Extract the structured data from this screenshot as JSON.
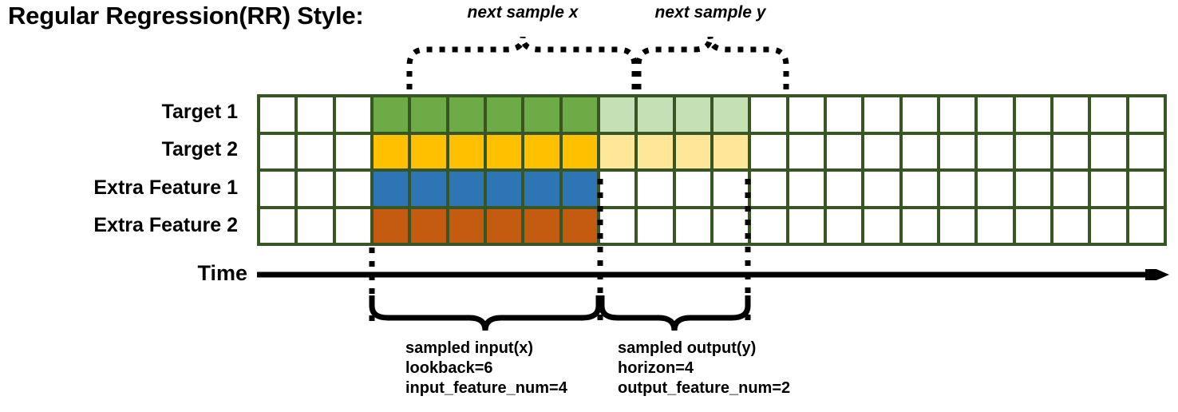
{
  "title": "Regular Regression(RR) Style:",
  "annotations": {
    "top_left": "next sample x",
    "top_right": "next sample y"
  },
  "rows": [
    {
      "label": "Target 1",
      "name": "target-1"
    },
    {
      "label": "Target 2",
      "name": "target-2"
    },
    {
      "label": "Extra Feature 1",
      "name": "extra-feature-1"
    },
    {
      "label": "Extra Feature 2",
      "name": "extra-feature-2"
    }
  ],
  "time_axis": {
    "label": "Time"
  },
  "descriptions": {
    "input": {
      "line1": "sampled input(x)",
      "line2": "lookback=6",
      "line3": "input_feature_num=4"
    },
    "output": {
      "line1": "sampled output(y)",
      "line2": "horizon=4",
      "line3": "output_feature_num=2"
    }
  },
  "colors": {
    "grid_border": "#375623",
    "empty": "#ffffff",
    "target1_input": "#6CAB46",
    "target1_output": "#C5E0B4",
    "target2_input": "#FFC000",
    "target2_output": "#FFE699",
    "extra1_input": "#2E75B6",
    "extra2_input": "#C55A11",
    "axis": "#000000"
  },
  "chart_data": {
    "type": "heatmap",
    "title": "Regular Regression(RR) Style:",
    "total_columns": 24,
    "lead_empty_columns": 3,
    "lookback": 6,
    "horizon": 4,
    "input_feature_num": 4,
    "output_feature_num": 2,
    "row_names": [
      "Target 1",
      "Target 2",
      "Extra Feature 1",
      "Extra Feature 2"
    ],
    "legend": [
      "sampled input(x)",
      "sampled output(y)"
    ],
    "grid": [
      [
        "empty",
        "empty",
        "empty",
        "target1_input",
        "target1_input",
        "target1_input",
        "target1_input",
        "target1_input",
        "target1_input",
        "target1_output",
        "target1_output",
        "target1_output",
        "target1_output",
        "empty",
        "empty",
        "empty",
        "empty",
        "empty",
        "empty",
        "empty",
        "empty",
        "empty",
        "empty",
        "empty"
      ],
      [
        "empty",
        "empty",
        "empty",
        "target2_input",
        "target2_input",
        "target2_input",
        "target2_input",
        "target2_input",
        "target2_input",
        "target2_output",
        "target2_output",
        "target2_output",
        "target2_output",
        "empty",
        "empty",
        "empty",
        "empty",
        "empty",
        "empty",
        "empty",
        "empty",
        "empty",
        "empty",
        "empty"
      ],
      [
        "empty",
        "empty",
        "empty",
        "extra1_input",
        "extra1_input",
        "extra1_input",
        "extra1_input",
        "extra1_input",
        "extra1_input",
        "empty",
        "empty",
        "empty",
        "empty",
        "empty",
        "empty",
        "empty",
        "empty",
        "empty",
        "empty",
        "empty",
        "empty",
        "empty",
        "empty",
        "empty"
      ],
      [
        "empty",
        "empty",
        "empty",
        "extra2_input",
        "extra2_input",
        "extra2_input",
        "extra2_input",
        "extra2_input",
        "extra2_input",
        "empty",
        "empty",
        "empty",
        "empty",
        "empty",
        "empty",
        "empty",
        "empty",
        "empty",
        "empty",
        "empty",
        "empty",
        "empty",
        "empty",
        "empty"
      ]
    ]
  }
}
